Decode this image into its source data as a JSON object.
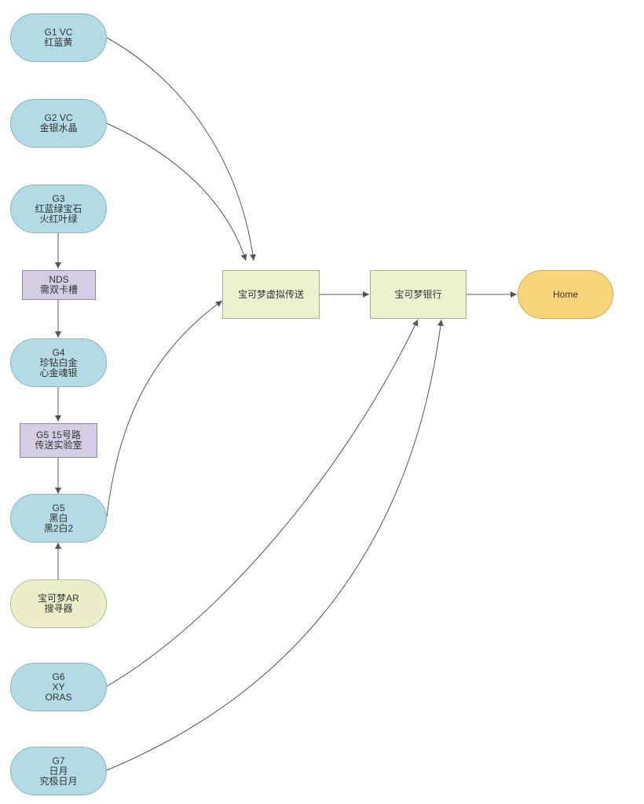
{
  "nodes": {
    "g1": {
      "label": "G1 VC\n红蓝黄",
      "color": "#b3dbe6"
    },
    "g2": {
      "label": "G2 VC\n金银水晶",
      "color": "#b3dbe6"
    },
    "g3": {
      "label": "G3\n红蓝绿宝石\n火红叶绿",
      "color": "#b3dbe6"
    },
    "nds": {
      "label": "NDS\n需双卡槽",
      "color": "#d4cde3"
    },
    "g4": {
      "label": "G4\n珍钻白金\n心金魂银",
      "color": "#b3dbe6"
    },
    "route15": {
      "label": "G5 15号路\n传送实验室",
      "color": "#d4cde3"
    },
    "g5": {
      "label": "G5\n黑白\n黑2白2",
      "color": "#b3dbe6"
    },
    "ar": {
      "label": "宝可梦AR\n搜寻器",
      "color": "#ecedc9"
    },
    "g6": {
      "label": "G6\nXY\nORAS",
      "color": "#b3dbe6"
    },
    "g7": {
      "label": "G7\n日月\n究极日月",
      "color": "#b3dbe6"
    },
    "transporter": {
      "label": "宝可梦虚拟传送",
      "color": "#eef1cd"
    },
    "bank": {
      "label": "宝可梦银行",
      "color": "#eef1cd"
    },
    "home": {
      "label": "Home",
      "color": "#f8d57a"
    }
  },
  "edges": [
    {
      "from": "g1",
      "to": "transporter"
    },
    {
      "from": "g2",
      "to": "transporter"
    },
    {
      "from": "g3",
      "to": "nds"
    },
    {
      "from": "nds",
      "to": "g4"
    },
    {
      "from": "g4",
      "to": "route15"
    },
    {
      "from": "route15",
      "to": "g5"
    },
    {
      "from": "ar",
      "to": "g5"
    },
    {
      "from": "g5",
      "to": "transporter"
    },
    {
      "from": "g6",
      "to": "bank"
    },
    {
      "from": "g7",
      "to": "bank"
    },
    {
      "from": "transporter",
      "to": "bank"
    },
    {
      "from": "bank",
      "to": "home"
    }
  ]
}
